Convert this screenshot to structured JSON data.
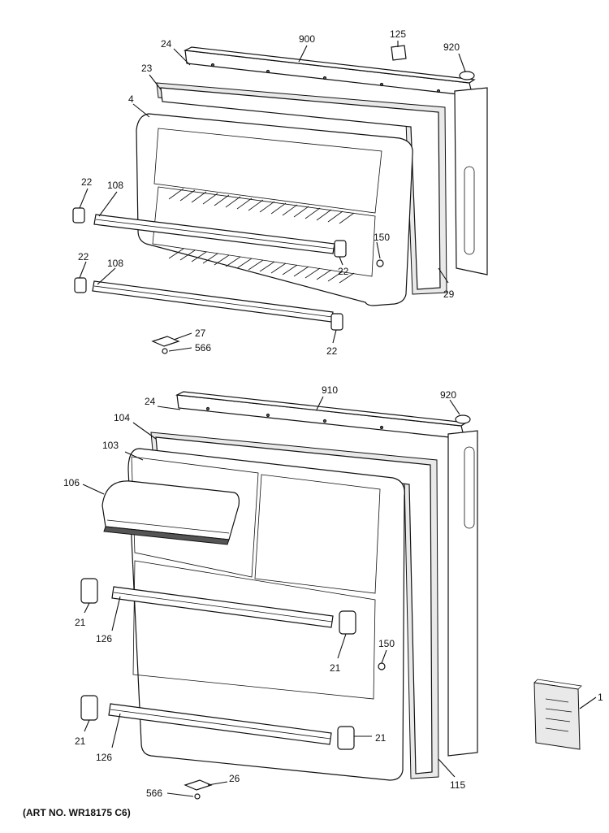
{
  "labels": {
    "l900": "900",
    "l125": "125",
    "l920a": "920",
    "l24a": "24",
    "l23": "23",
    "l4": "4",
    "l22a": "22",
    "l108a": "108",
    "l150a": "150",
    "l22b": "22",
    "l22c": "22",
    "l108b": "108",
    "l29": "29",
    "l27": "27",
    "l566a": "566",
    "l22d": "22",
    "l910": "910",
    "l920b": "920",
    "l24b": "24",
    "l104": "104",
    "l103": "103",
    "l106": "106",
    "l21a": "21",
    "l126a": "126",
    "l150b": "150",
    "l21b": "21",
    "l1": "1",
    "l21c": "21",
    "l126b": "126",
    "l21d": "21",
    "l115": "115",
    "l26": "26",
    "l566b": "566"
  },
  "art_number": "(ART NO. WR18175 C6)"
}
